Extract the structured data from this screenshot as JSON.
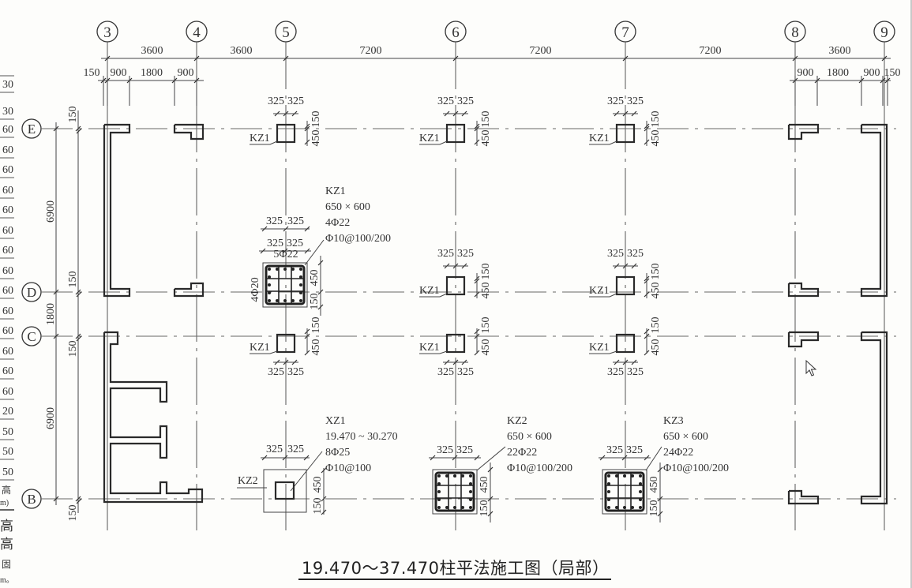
{
  "drawing": {
    "title": "19.470～37.470柱平法施工图（局部）",
    "column_axes": [
      "3",
      "4",
      "5",
      "6",
      "7",
      "8",
      "9"
    ],
    "row_axes": [
      "E",
      "D",
      "C",
      "B"
    ],
    "top_dimensions_primary": [
      "3600",
      "3600",
      "7200",
      "7200",
      "7200",
      "3600"
    ],
    "top_dimensions_left_detail": [
      "150",
      "900",
      "1800",
      "900"
    ],
    "top_dimensions_right_detail": [
      "900",
      "1800",
      "900",
      "150"
    ],
    "left_dimensions_outer": [
      "6900",
      "1800",
      "6900"
    ],
    "left_dimensions_inner": [
      "150",
      "150",
      "150",
      "150"
    ],
    "column_dim_half": "325",
    "column_dim_450": "450",
    "column_dim_150": "150",
    "kz1_label": "KZ1",
    "kz2_label": "KZ2",
    "kz1_detail": {
      "name": "KZ1",
      "size": "650 × 600",
      "corner_bars": "4Φ22",
      "stirrups": "Φ10@100/200",
      "top_bars": "5Φ22",
      "side_bars": "4Φ20"
    },
    "xz1_detail": {
      "name": "XZ1",
      "elevation": "19.470 ~ 30.270",
      "bars": "8Φ25",
      "stirrups": "Φ10@100"
    },
    "kz2_detail": {
      "name": "KZ2",
      "size": "650 × 600",
      "bars": "22Φ22",
      "stirrups": "Φ10@100/200"
    },
    "kz3_detail": {
      "name": "KZ3",
      "size": "650 × 600",
      "bars": "24Φ22",
      "stirrups": "Φ10@100/200"
    }
  },
  "side_table": {
    "values": [
      "30",
      "30",
      "60",
      "60",
      "60",
      "60",
      "60",
      "60",
      "60",
      "60",
      "60",
      "60",
      "60",
      "60",
      "60",
      "60",
      "20",
      "50",
      "50",
      "50"
    ],
    "footer": [
      "高",
      "m)",
      "高",
      "高",
      "固",
      "m。"
    ]
  }
}
